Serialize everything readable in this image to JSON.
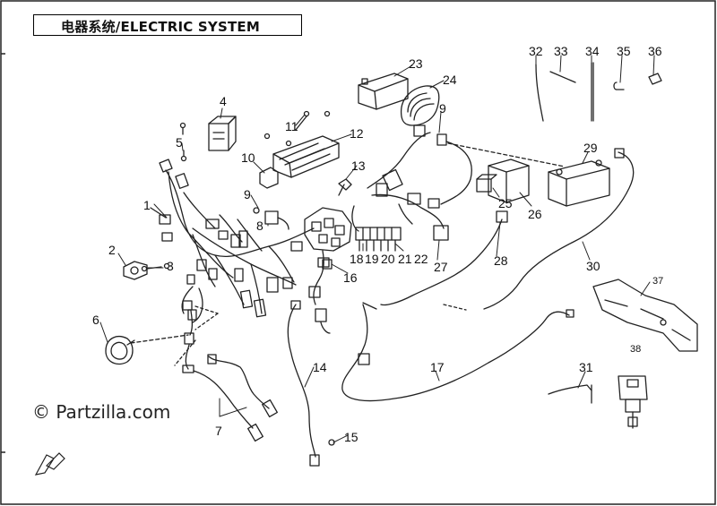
{
  "title": "电器系统/ELECTRIC SYSTEM",
  "watermark": "© Partzilla.com",
  "callouts": [
    "1",
    "2",
    "3",
    "4",
    "5",
    "6",
    "7",
    "8",
    "9",
    "9",
    "10",
    "11",
    "12",
    "13",
    "14",
    "15",
    "16",
    "17",
    "18",
    "19",
    "20",
    "21",
    "22",
    "23",
    "24",
    "25",
    "26",
    "27",
    "28",
    "29",
    "30",
    "31",
    "32",
    "33",
    "34",
    "35",
    "36",
    "37",
    "38"
  ],
  "colors": {
    "line": "#222222",
    "background": "#ffffff"
  }
}
